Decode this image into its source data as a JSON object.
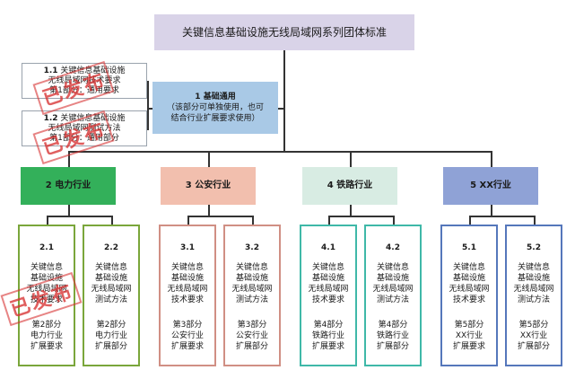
{
  "top": {
    "label": "关键信息基础设施无线局域网系列团体标准"
  },
  "base": {
    "line1": "1 基础通用",
    "line2": "（该部分可单独使用，也可",
    "line3": "结合行业扩展要求使用）"
  },
  "subs": [
    {
      "num": "1.1",
      "line1": "关键信息基础设施",
      "line2": "无线局域网技术要求",
      "line3": "第1部分：通用要求"
    },
    {
      "num": "1.2",
      "line1": "关键信息基础设施",
      "line2": "无线局域网测试方法",
      "line3": "第1部分：通用部分"
    }
  ],
  "sections": [
    {
      "label": "2 电力行业",
      "color": "#33b05a",
      "border": "#7aa63b"
    },
    {
      "label": "3 公安行业",
      "color": "#f2bfae",
      "border": "#d08f84"
    },
    {
      "label": "4 铁路行业",
      "color": "#d8ece3",
      "border": "#3fb8a8"
    },
    {
      "label": "5 XX行业",
      "color": "#8fa2d6",
      "border": "#5577bb"
    }
  ],
  "leaves": [
    {
      "num": "2.1",
      "l1": "关键信息",
      "l2": "基础设施",
      "l3": "无线局域网",
      "l4": "技术要求",
      "p1": "第2部分",
      "p2": "电力行业",
      "p3": "扩展要求"
    },
    {
      "num": "2.2",
      "l1": "关键信息",
      "l2": "基础设施",
      "l3": "无线局域网",
      "l4": "测试方法",
      "p1": "第2部分",
      "p2": "电力行业",
      "p3": "扩展部分"
    },
    {
      "num": "3.1",
      "l1": "关键信息",
      "l2": "基础设施",
      "l3": "无线局域网",
      "l4": "技术要求",
      "p1": "第3部分",
      "p2": "公安行业",
      "p3": "扩展要求"
    },
    {
      "num": "3.2",
      "l1": "关键信息",
      "l2": "基础设施",
      "l3": "无线局域网",
      "l4": "测试方法",
      "p1": "第3部分",
      "p2": "公安行业",
      "p3": "扩展部分"
    },
    {
      "num": "4.1",
      "l1": "关键信息",
      "l2": "基础设施",
      "l3": "无线局域网",
      "l4": "技术要求",
      "p1": "第4部分",
      "p2": "铁路行业",
      "p3": "扩展要求"
    },
    {
      "num": "4.2",
      "l1": "关键信息",
      "l2": "基础设施",
      "l3": "无线局域网",
      "l4": "测试方法",
      "p1": "第4部分",
      "p2": "铁路行业",
      "p3": "扩展部分"
    },
    {
      "num": "5.1",
      "l1": "关键信息",
      "l2": "基础设施",
      "l3": "无线局域网",
      "l4": "技术要求",
      "p1": "第5部分",
      "p2": "XX行业",
      "p3": "扩展要求"
    },
    {
      "num": "5.2",
      "l1": "关键信息",
      "l2": "基础设施",
      "l3": "无线局域网",
      "l4": "测试方法",
      "p1": "第5部分",
      "p2": "XX行业",
      "p3": "扩展部分"
    }
  ],
  "stamp": {
    "text": "已发布"
  }
}
